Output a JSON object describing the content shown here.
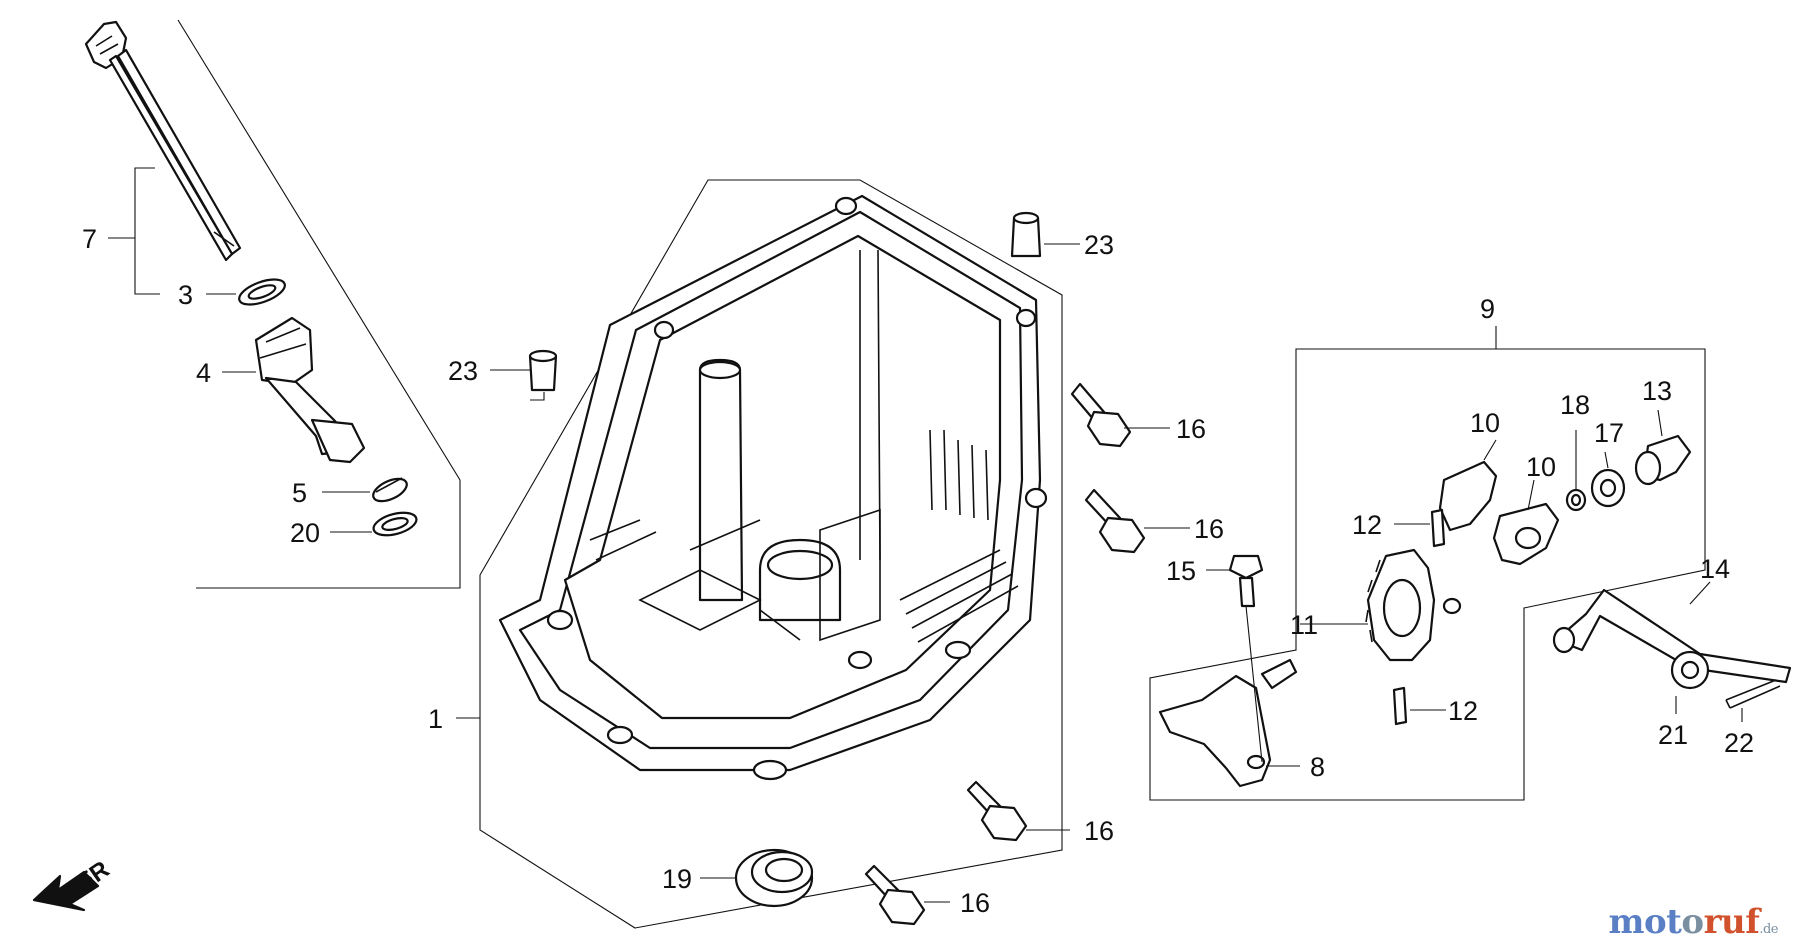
{
  "callouts": {
    "c1": "1",
    "c3": "3",
    "c4": "4",
    "c5": "5",
    "c7": "7",
    "c8": "8",
    "c9": "9",
    "c10a": "10",
    "c10b": "10",
    "c11": "11",
    "c12a": "12",
    "c12b": "12",
    "c13": "13",
    "c14": "14",
    "c15": "15",
    "c16a": "16",
    "c16b": "16",
    "c16c": "16",
    "c16d": "16",
    "c17": "17",
    "c18": "18",
    "c19": "19",
    "c20": "20",
    "c21": "21",
    "c22": "22",
    "c23a": "23",
    "c23b": "23"
  },
  "direction_label": "FR",
  "brand": {
    "part1": "mot",
    "part2": "o",
    "part3": "ruf",
    "suffix": ".de"
  },
  "colors": {
    "ink": "#111111",
    "brand_blue": "#5a7fc4",
    "brand_gray": "#7a8fa0",
    "brand_orange": "#d0512b"
  }
}
